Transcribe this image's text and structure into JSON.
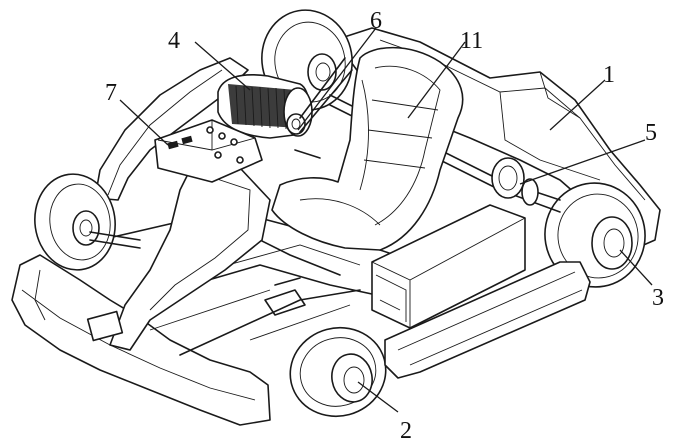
{
  "figure": {
    "callouts": [
      {
        "id": "c1",
        "text": "1"
      },
      {
        "id": "c2",
        "text": "2"
      },
      {
        "id": "c3",
        "text": "3"
      },
      {
        "id": "c4",
        "text": "4"
      },
      {
        "id": "c5",
        "text": "5"
      },
      {
        "id": "c6",
        "text": "6"
      },
      {
        "id": "c7",
        "text": "7"
      },
      {
        "id": "c11",
        "text": "11"
      }
    ],
    "colors": {
      "line": "#1a1a1a",
      "background": "#ffffff"
    }
  }
}
